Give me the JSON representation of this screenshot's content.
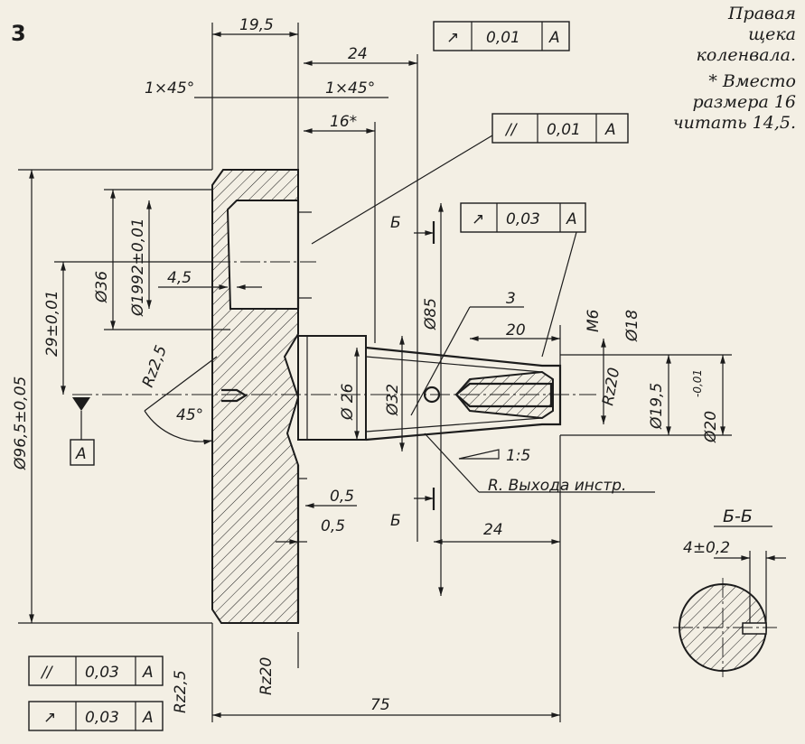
{
  "figure_number": "3",
  "note": {
    "line1": "Правая",
    "line2": "щека",
    "line3": "коленвала.",
    "line4": "* Вместо",
    "line5": "размера 16",
    "line6": "читать 14,5."
  },
  "dimensions": {
    "d_19_5": "19,5",
    "d_24_top": "24",
    "chamfer_left": "1×45°",
    "chamfer_right": "1×45°",
    "d_16": "16*",
    "d_4_5": "4,5",
    "dia_36": "Ø36",
    "dia_1992": "Ø1992±0,01",
    "d_29": "29±0,01",
    "dia_96_5": "Ø96,5±0,05",
    "rz_2_5_mid": "Rz2,5",
    "angle_45": "45°",
    "dia_85": "Ø85",
    "dia_26": "Ø 26",
    "dia_32": "Ø32",
    "d_3": "3",
    "d_20": "20",
    "thread_m6": "M6",
    "dia_18": "Ø18",
    "rz_20_hole": "Rz20",
    "dia_19_5": "Ø19,5",
    "dia_20": "Ø20",
    "dia_20_tol": "-0,01",
    "taper": "1:5",
    "tool_exit": "R. Выхода инстр.",
    "d_0_5_a": "0,5",
    "d_0_5_b": "0,5",
    "d_24_bottom": "24",
    "d_75": "75",
    "rz_20_bottom": "Rz20",
    "rz_2_5_bottom": "Rz2,5"
  },
  "section": {
    "letter_top": "Б",
    "letter_bottom": "Б",
    "title": "Б-Б",
    "key_dim": "4±0,2"
  },
  "datum": {
    "label": "A"
  },
  "tolerances": [
    {
      "symbol": "↗",
      "value": "0,01",
      "datum": "A"
    },
    {
      "symbol": "//",
      "value": "0,01",
      "datum": "A"
    },
    {
      "symbol": "↗",
      "value": "0,03",
      "datum": "A"
    },
    {
      "symbol": "//",
      "value": "0,03",
      "datum": "A"
    },
    {
      "symbol": "↗",
      "value": "0,03",
      "datum": "A"
    }
  ]
}
